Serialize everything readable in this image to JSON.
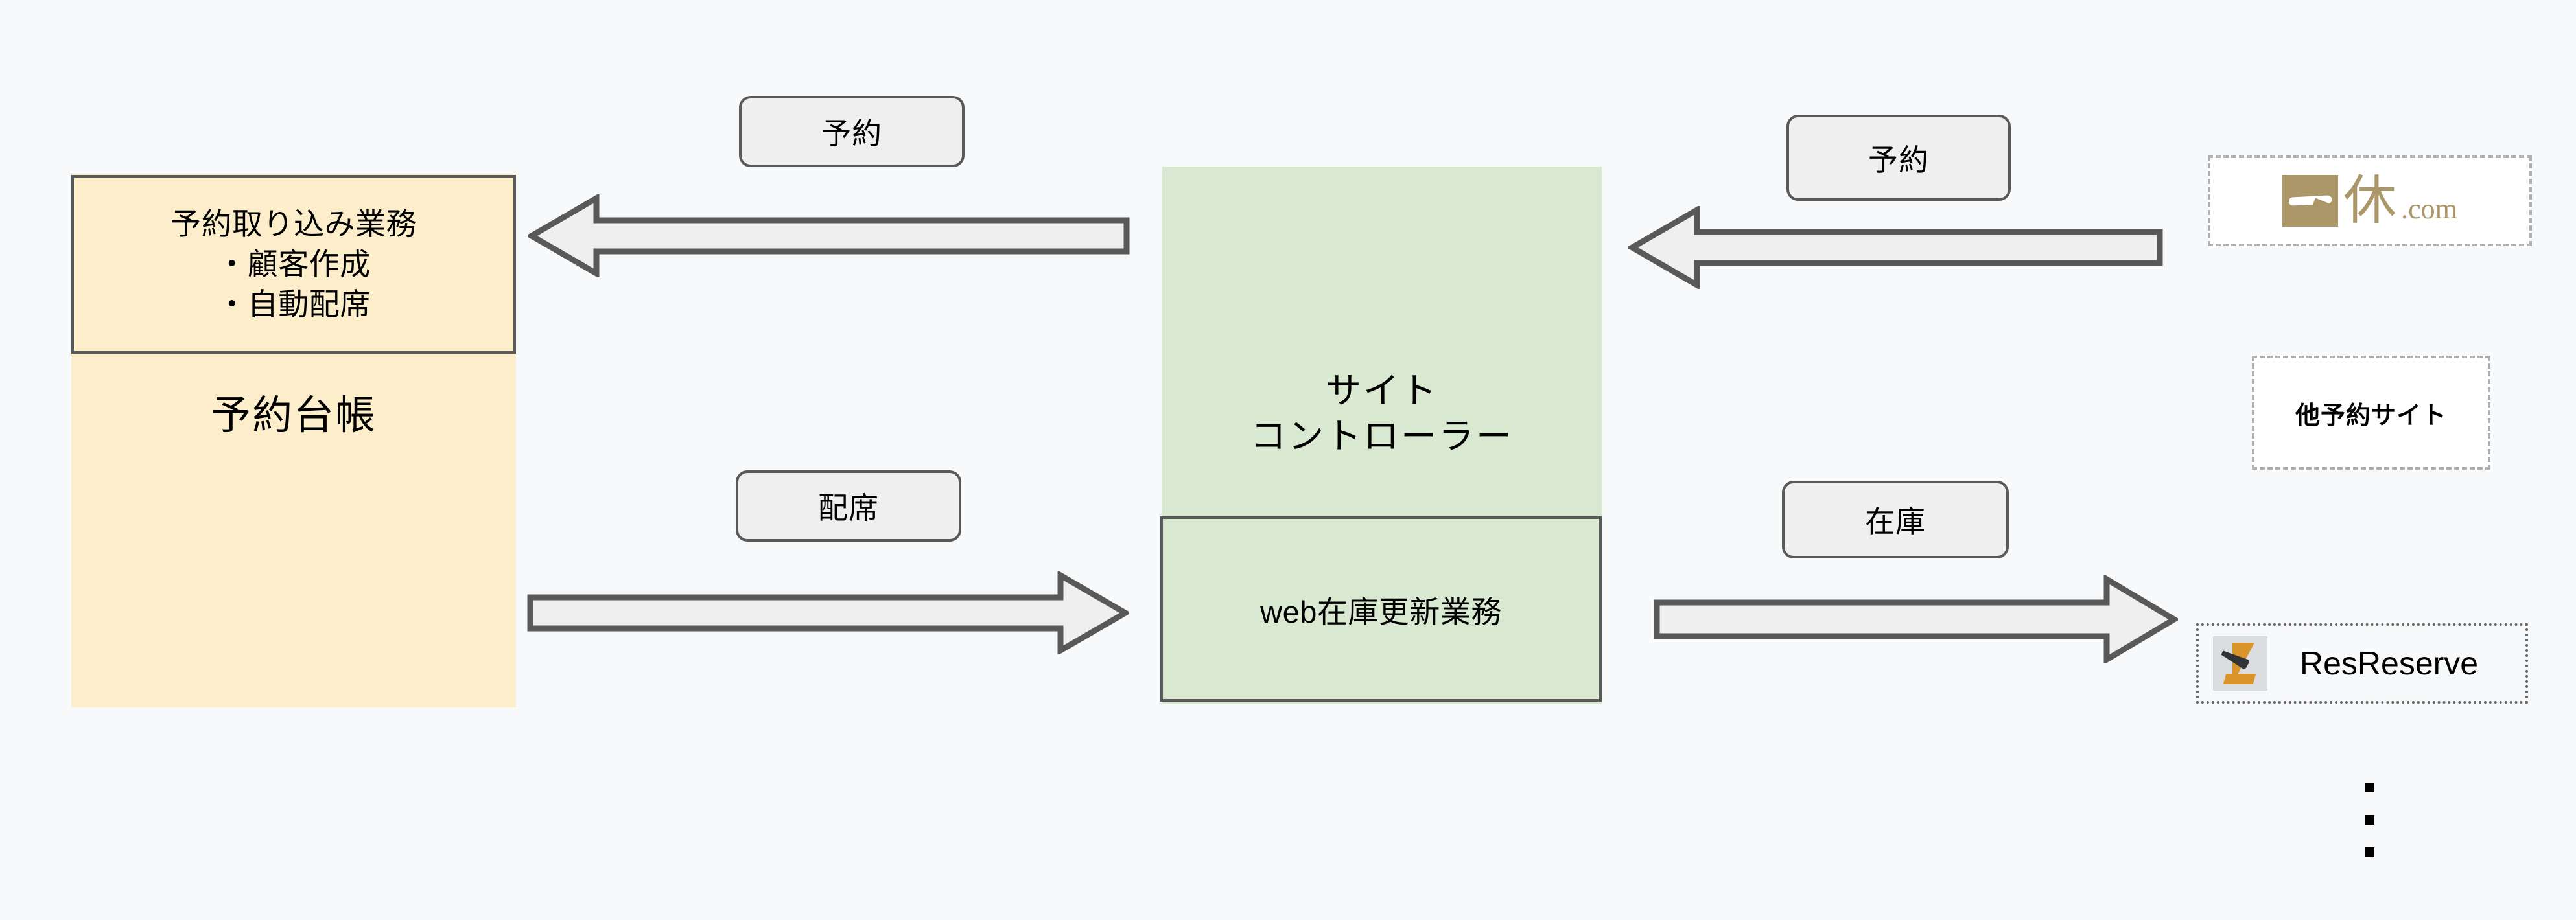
{
  "diagram": {
    "background_color": "#f8f9fa",
    "accent_yellow": "#fdeecb",
    "accent_green": "#d9e8d1",
    "outline_gray": "#595959",
    "arrow_fill": "#efefef",
    "logo_gold": "#ab9767",
    "logo_amber": "#d9952a"
  },
  "ledger": {
    "title": "予約台帳",
    "task_heading": "予約取り込み業務",
    "task_item_1": "・顧客作成",
    "task_item_2": "・自動配席"
  },
  "site_controller": {
    "title_line1": "サイト",
    "title_line2": "コントローラー",
    "inner_task": "web在庫更新業務"
  },
  "flows": {
    "ledger_reservation": "予約",
    "ledger_seating": "配席",
    "ota_reservation": "予約",
    "ota_inventory": "在庫"
  },
  "ota": {
    "ikyu": {
      "kanji": "休",
      "suffix": ".com",
      "full_name": "一休.com"
    },
    "other_sites": "他予約サイト",
    "resreserve": "ResReserve",
    "ellipsis": "⋮"
  }
}
